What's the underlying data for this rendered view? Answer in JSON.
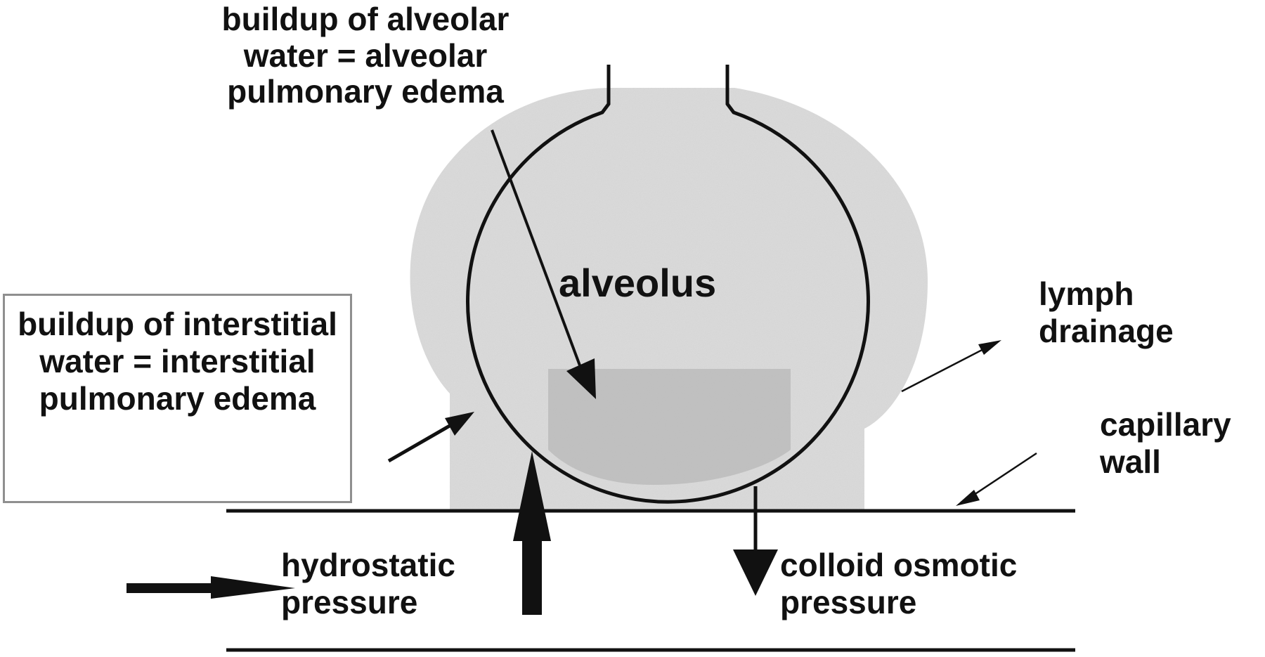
{
  "diagram": {
    "alveolar_edema_label": "buildup of alveolar water = alveolar pulmonary edema",
    "alveolus_label": "alveolus",
    "lymph_label": "lymph drainage",
    "capillary_wall_label": "capillary wall",
    "interstitial_edema_label": "buildup of interstitial water = interstitial pulmonary edema",
    "hydrostatic_label": "hydrostatic pressure",
    "colloid_label": "colloid osmotic pressure"
  },
  "colors": {
    "line": "#111111",
    "fluid_shading": "#c9c9c9",
    "box_border": "#8f8f8f"
  }
}
